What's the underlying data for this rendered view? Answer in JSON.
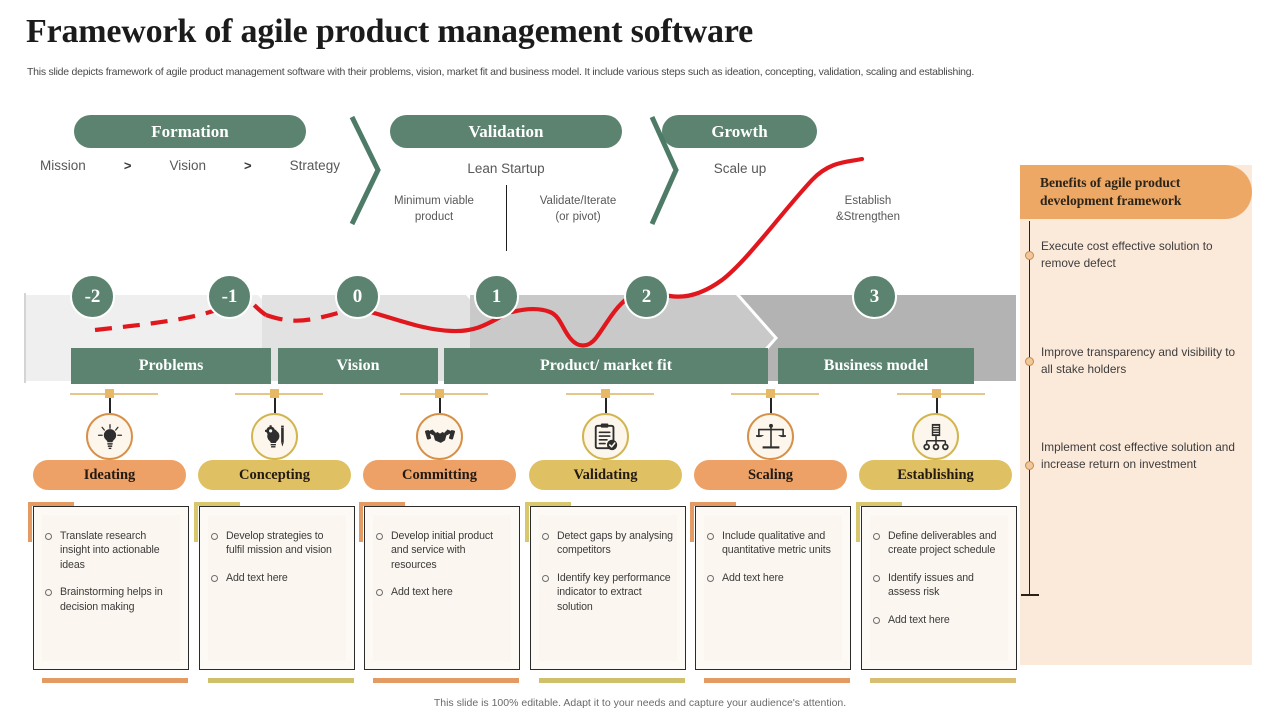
{
  "header": {
    "title": "Framework of agile product management software",
    "subtitle": "This slide depicts framework of agile product management software with their problems, vision, market fit and business model. It include various steps such as ideation, concepting, validation, scaling and establishing."
  },
  "phases": [
    {
      "name": "Formation",
      "sub": "",
      "details": []
    },
    {
      "name": "Validation",
      "sub": "Lean Startup",
      "details": [
        "Minimum viable\nproduct",
        "Validate/Iterate\n(or pivot)"
      ]
    },
    {
      "name": "Growth",
      "sub": "Scale up",
      "details": [
        "Establish\n&Strengthen"
      ]
    }
  ],
  "formation_steps": {
    "mission": "Mission",
    "sep1": ">",
    "vision": "Vision",
    "sep2": ">",
    "strategy": "Strategy"
  },
  "phase_labels": {
    "formation": "Formation",
    "validation": "Validation",
    "growth": "Growth",
    "lean_startup": "Lean Startup",
    "scale_up": "Scale up",
    "mvp_line1": "Minimum viable",
    "mvp_line2": "product",
    "validate_line1": "Validate/Iterate",
    "validate_line2": "(or pivot)",
    "establish_line1": "Establish",
    "establish_line2": "&Strengthen"
  },
  "timeline": {
    "markers": [
      "-2",
      "-1",
      "0",
      "1",
      "2",
      "3"
    ],
    "stages": [
      {
        "label": "Problems"
      },
      {
        "label": "Vision"
      },
      {
        "label": "Product/ market fit"
      },
      {
        "label": "Business model"
      }
    ]
  },
  "steps": [
    {
      "label": "Ideating",
      "icon": "lightbulb-icon",
      "color": "#eda166",
      "accent": "#e09a64",
      "bullets": [
        "Translate research insight into actionable ideas",
        "Brainstorming helps in decision making"
      ]
    },
    {
      "label": "Concepting",
      "icon": "lightbulb-gear-pencil-icon",
      "color": "#dfc063",
      "accent": "#cfc06a",
      "bullets": [
        "Develop strategies to fulfil mission and vision",
        "Add text here"
      ]
    },
    {
      "label": "Committing",
      "icon": "handshake-icon",
      "color": "#eda166",
      "accent": "#e09a64",
      "bullets": [
        "Develop initial product and service with resources",
        "Add text here"
      ]
    },
    {
      "label": "Validating",
      "icon": "clipboard-check-icon",
      "color": "#dfc063",
      "accent": "#cfc06a",
      "bullets": [
        "Detect gaps by analysing competitors",
        "Identify key performance indicator to extract solution"
      ]
    },
    {
      "label": "Scaling",
      "icon": "balance-scale-icon",
      "color": "#eda166",
      "accent": "#e09a64",
      "bullets": [
        "Include qualitative and quantitative metric units",
        "Add text here"
      ]
    },
    {
      "label": "Establishing",
      "icon": "org-chart-icon",
      "color": "#dfc063",
      "accent": "#d8be72",
      "bullets": [
        "Define deliverables and create project schedule",
        "Identify issues and assess risk",
        "Add text here"
      ]
    }
  ],
  "benefits": {
    "title": "Benefits of agile product development framework",
    "items": [
      "Execute cost effective solution to remove defect",
      "Improve transparency and visibility to all stake holders",
      "Implement cost effective solution and increase return on investment"
    ]
  },
  "footer": {
    "note": "This slide is 100% editable. Adapt it to your needs and capture your audience's attention."
  },
  "colors": {
    "green": "#5b8370",
    "orange": "#eda166",
    "yellow": "#dfc063",
    "red_curve": "#e1171e",
    "panel_bg": "#fbe9da",
    "panel_head": "#eda866"
  }
}
